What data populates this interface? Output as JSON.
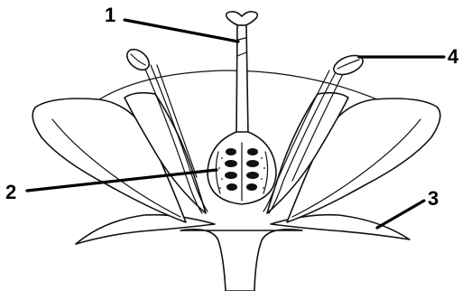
{
  "labels": [
    {
      "id": "1",
      "text": "1"
    },
    {
      "id": "2",
      "text": "2"
    },
    {
      "id": "3",
      "text": "3"
    },
    {
      "id": "4",
      "text": "4"
    }
  ],
  "colors": {
    "line": "#111111",
    "background": "#ffffff"
  }
}
